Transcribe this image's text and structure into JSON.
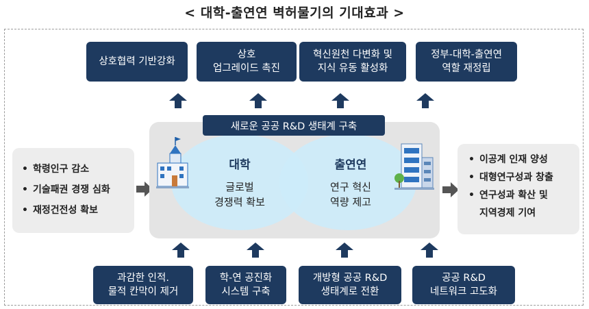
{
  "title": "< 대학-출연연 벽허물기의 기대효과 >",
  "top_boxes": [
    {
      "text": "상호협력 기반강화"
    },
    {
      "text": "상호\n업그레이드 촉진"
    },
    {
      "text": "혁신원천 다변화 및\n지식 유동 활성화"
    },
    {
      "text": "정부-대학-출연연\n역할 재정립"
    }
  ],
  "banner": "새로운 공공 R&D 생태계 구축",
  "university": {
    "title": "대학",
    "subtitle": "글로벌\n경쟁력 확보"
  },
  "institute": {
    "title": "출연연",
    "subtitle": "연구 혁신\n역량 제고"
  },
  "left_items": [
    "학령인구 감소",
    "기술패권 경쟁 심화",
    "재정건전성 확보"
  ],
  "right_items": [
    "이공계 인재 양성",
    "대형연구성과 창출",
    "연구성과 확산 및",
    "지역경제 기여"
  ],
  "bottom_boxes": [
    {
      "text": "과감한 인적.\n물적 칸막이 제거"
    },
    {
      "text": "학-연 공진화\n시스템 구축"
    },
    {
      "text": "개방형 공공 R&D\n생태계로 전환"
    },
    {
      "text": "공공 R&D\n네트워크 고도화"
    }
  ],
  "colors": {
    "navy": "#1e3a5f",
    "arrow": "#1e3a5f",
    "ellipse": "#cdecfa",
    "panel": "#e4e4e4",
    "side": "#ededed"
  }
}
